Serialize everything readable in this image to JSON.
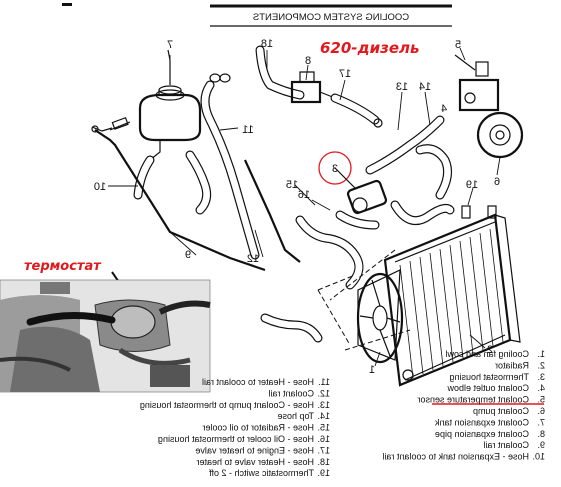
{
  "header": {
    "title": "COOLING SYSTEM COMPONENTS",
    "handwritten_engine_note": "620-дизель",
    "handwritten_thermostat_note": "термостат"
  },
  "callouts": [
    "1",
    "2",
    "3",
    "4",
    "5",
    "6",
    "7",
    "8",
    "9",
    "10",
    "11",
    "12",
    "13",
    "14",
    "15",
    "16",
    "17",
    "18",
    "19"
  ],
  "legend_right": [
    {
      "num": "1.",
      "text": "Cooling fan and cowl"
    },
    {
      "num": "2.",
      "text": "Radiator"
    },
    {
      "num": "3.",
      "text": "Thermostat housing"
    },
    {
      "num": "4.",
      "text": "Coolant outlet elbow"
    },
    {
      "num": "5.",
      "text": "Coolant temperature sensor"
    },
    {
      "num": "6.",
      "text": "Coolant pump"
    },
    {
      "num": "7.",
      "text": "Coolant expansion tank"
    },
    {
      "num": "8.",
      "text": "Coolant expansion pipe"
    },
    {
      "num": "9.",
      "text": "Coolant rail"
    },
    {
      "num": "10.",
      "text": "Hose - Expansion tank to coolant rail"
    }
  ],
  "legend_left": [
    {
      "num": "11.",
      "text": "Hose - Heater to coolant rail"
    },
    {
      "num": "12.",
      "text": "Coolant rail"
    },
    {
      "num": "13.",
      "text": "Hose - Coolant pump to thermostat housing"
    },
    {
      "num": "14.",
      "text": "Top hose"
    },
    {
      "num": "15.",
      "text": "Hose - Radiator to oil cooler"
    },
    {
      "num": "16.",
      "text": "Hose - Oil cooler to thermostat housing"
    },
    {
      "num": "17.",
      "text": "Hose - Engine to heater valve"
    },
    {
      "num": "18.",
      "text": "Hose - Heater valve to heater"
    },
    {
      "num": "19.",
      "text": "Thermostatic switch - 2 off"
    }
  ],
  "highlight": {
    "item": "3",
    "color": "#e0191e"
  },
  "colors": {
    "ink": "#111111",
    "annotation": "#e0191e",
    "paper": "#ffffff"
  }
}
